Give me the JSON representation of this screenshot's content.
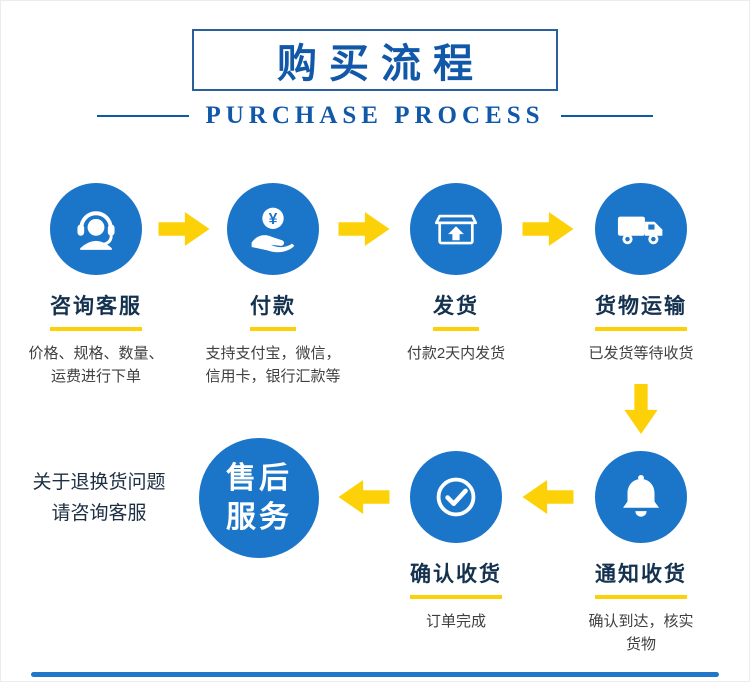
{
  "header": {
    "title": "购买流程",
    "subtitle": "PURCHASE PROCESS"
  },
  "steps": [
    {
      "label": "咨询客服",
      "desc": "价格、规格、数量、\n运费进行下单",
      "icon": "customer-service-headset-icon"
    },
    {
      "label": "付款",
      "desc": "支持支付宝，微信，\n信用卡，银行汇款等",
      "icon": "payment-hand-coin-icon"
    },
    {
      "label": "发货",
      "desc": "付款2天内发货",
      "icon": "package-ship-icon"
    },
    {
      "label": "货物运输",
      "desc": "已发货等待收货",
      "icon": "truck-icon"
    },
    {
      "label": "通知收货",
      "desc": "确认到达，核实\n货物",
      "icon": "bell-icon"
    },
    {
      "label": "确认收货",
      "desc": "订单完成",
      "icon": "check-circle-icon"
    }
  ],
  "after_sale": {
    "line1": "售后",
    "line2": "服务",
    "note": "关于退换货问题\n请咨询客服"
  },
  "currency_symbol": "¥",
  "colors": {
    "circle_blue": "#1b76c9",
    "arrow_yellow": "#fdd108",
    "title_blue": "#1258a8",
    "label_dark": "#14324f"
  }
}
